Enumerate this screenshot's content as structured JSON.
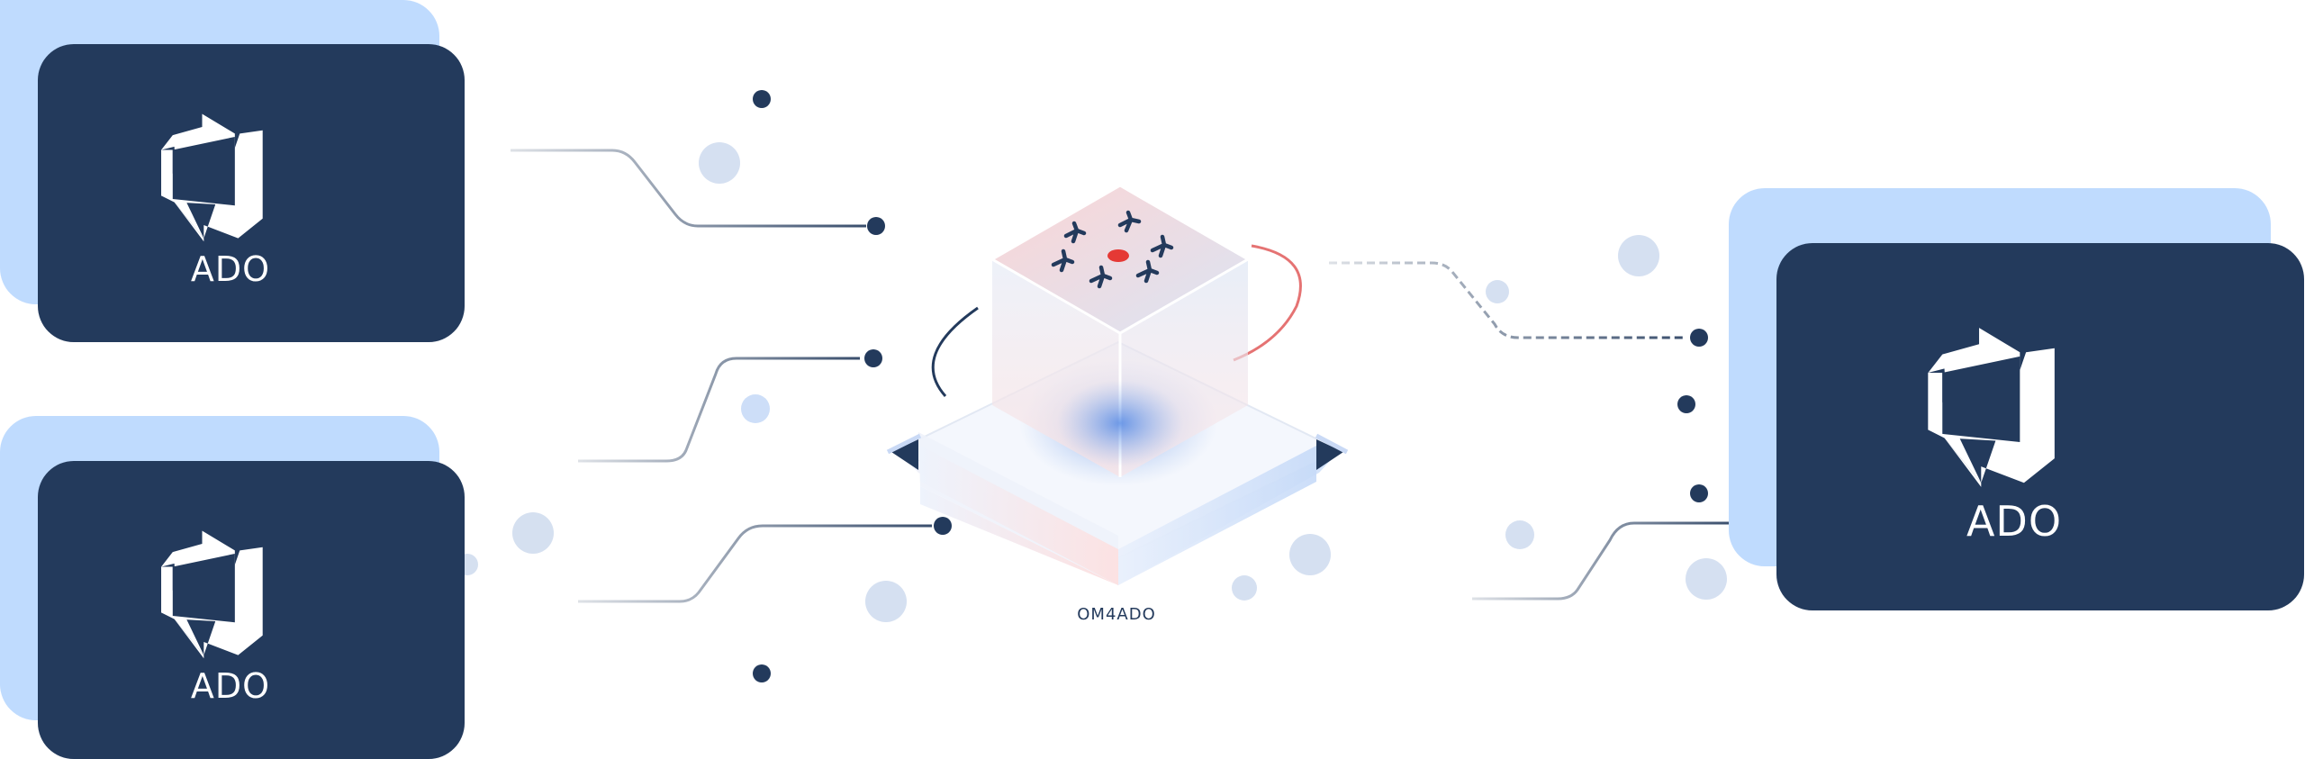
{
  "diagram": {
    "hub": {
      "label": "OM4ADO",
      "logo": "cube-icon"
    },
    "cards": [
      {
        "label": "ADO",
        "icon": "azure-devops-icon"
      },
      {
        "label": "ADO",
        "icon": "azure-devops-icon"
      },
      {
        "label": "ADO",
        "icon": "azure-devops-icon"
      }
    ]
  },
  "colors": {
    "card": "#233a5c",
    "card_shadow": "#bfdbfe",
    "connector": "#233a5c",
    "accent": "#e53935",
    "bubble": "#c7d6ec"
  }
}
